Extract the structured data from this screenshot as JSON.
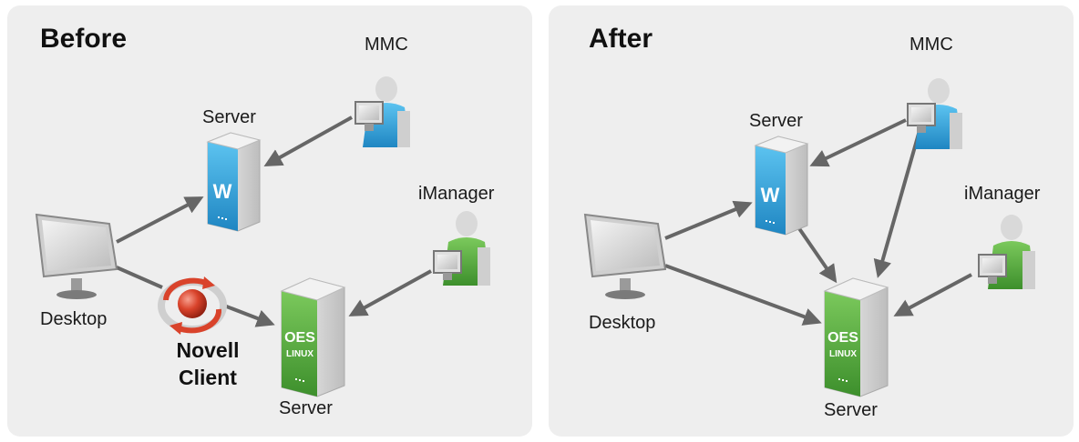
{
  "before": {
    "title": "Before",
    "labels": {
      "mmc": "MMC",
      "server_top": "Server",
      "imanager": "iManager",
      "desktop": "Desktop",
      "server_bottom": "Server",
      "novell_line1": "Novell",
      "novell_line2": "Client"
    },
    "server_top_badge": "W",
    "server_bottom_badge_line1": "OES",
    "server_bottom_badge_line2": "LINUX"
  },
  "after": {
    "title": "After",
    "labels": {
      "mmc": "MMC",
      "server_top": "Server",
      "imanager": "iManager",
      "desktop": "Desktop",
      "server_bottom": "Server"
    },
    "server_top_badge": "W",
    "server_bottom_badge_line1": "OES",
    "server_bottom_badge_line2": "LINUX"
  },
  "colors": {
    "panel_bg": "#eeeeee",
    "arrow": "#666666",
    "windows_blue": "#2b9fd8",
    "linux_green": "#56a83e",
    "client_red": "#d9432b"
  }
}
